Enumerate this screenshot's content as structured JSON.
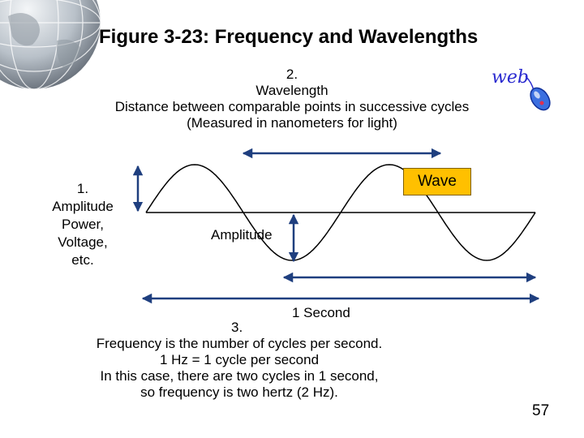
{
  "title": "Figure 3-23: Frequency and Wavelengths",
  "wavelength": {
    "lines": [
      "2.",
      "Wavelength",
      "Distance between comparable points in successive cycles",
      "(Measured in nanometers for light)"
    ]
  },
  "amplitude_side": {
    "lines": [
      "1.",
      "Amplitude",
      "Power,",
      "Voltage,",
      "etc."
    ]
  },
  "amplitude_label": "Amplitude",
  "wave_label": "Wave",
  "one_second_label": "1 Second",
  "frequency": {
    "lines": [
      "3.",
      "Frequency is the number of cycles per second.",
      "1 Hz = 1 cycle per second",
      "In this case, there are two cycles in 1 second,",
      "so frequency is two hertz (2 Hz)."
    ]
  },
  "page_number": "57",
  "logo_text": "web",
  "colors": {
    "wave_box": "#ffc000",
    "arrow": "#1f3f7f",
    "wave_line": "#000000"
  },
  "icons": [
    "globe-icon",
    "web-mouse-icon"
  ]
}
